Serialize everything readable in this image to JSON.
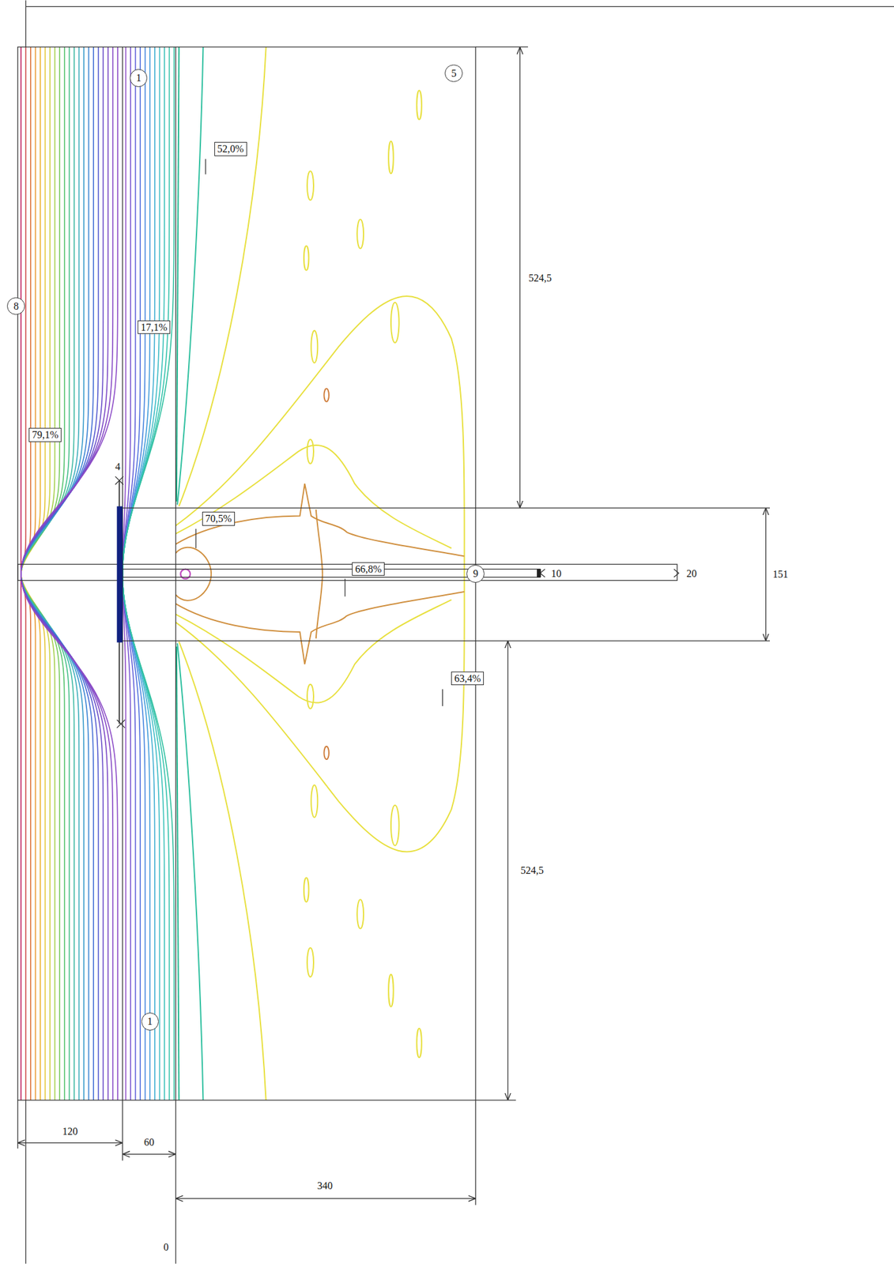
{
  "diagram": {
    "nodes": [
      {
        "text": [
          "1"
        ]
      },
      {
        "text": [
          "5"
        ]
      },
      {
        "text": [
          "52,0%"
        ]
      },
      {
        "text": [
          "8"
        ]
      },
      {
        "text": [
          "17,1%"
        ]
      },
      {
        "text": [
          "79,1%"
        ]
      },
      {
        "text": [
          "70,5%"
        ]
      },
      {
        "text": [
          "66,8%"
        ]
      },
      {
        "text": [
          "9"
        ]
      },
      {
        "text": [
          "63,4%"
        ]
      },
      {
        "text": [
          "1"
        ]
      }
    ],
    "labels": [
      "524,5",
      "4",
      "151",
      "10",
      "20",
      "524,5",
      "120",
      "60",
      "340",
      "0"
    ]
  }
}
